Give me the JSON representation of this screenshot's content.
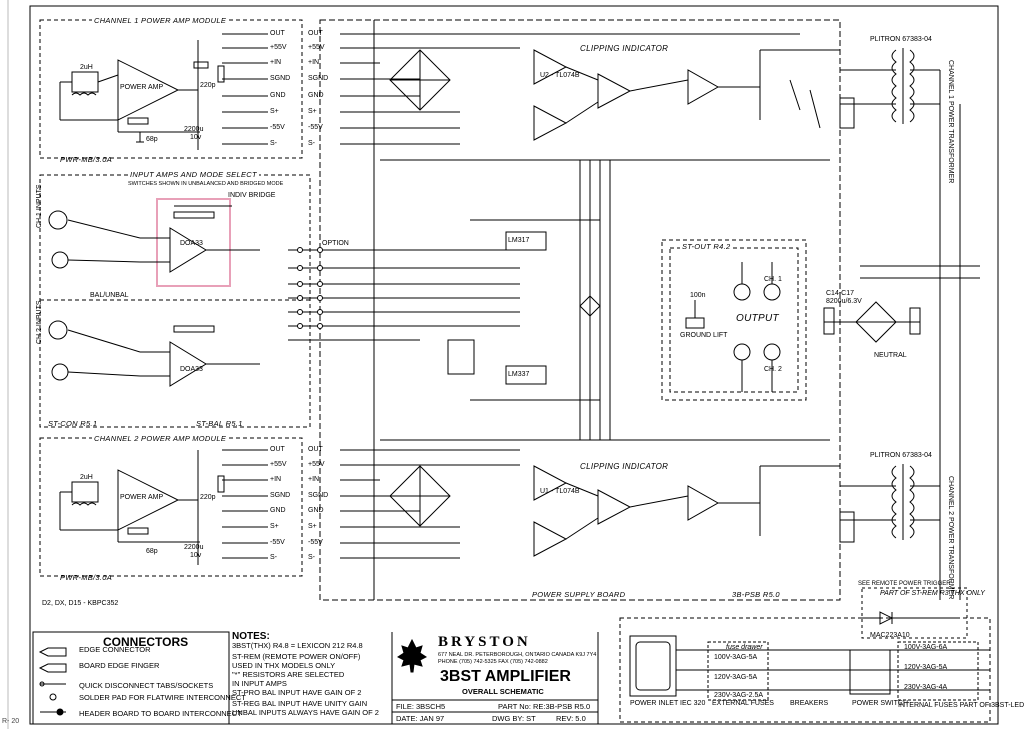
{
  "sections": {
    "ch1_module": "CHANNEL 1 POWER AMP MODULE",
    "ch2_module": "CHANNEL 2 POWER AMP MODULE",
    "input_amps": "INPUT AMPS AND MODE SELECT",
    "input_amps_sub": "SWITCHES SHOWN IN UNBALANCED AND BRIDGED MODE",
    "pwr_mb_1": "PWR-MB/3.0A",
    "pwr_mb_2": "PWR-MB/3.0A",
    "st_con": "ST-CON R5.1",
    "st_bal": "ST-BAL R5.1",
    "clip1": "CLIPPING INDICATOR",
    "clip2": "CLIPPING INDICATOR",
    "psb": "POWER SUPPLY BOARD",
    "psb_rev": "3B-PSB R5.0",
    "st_out": "ST-OUT R4.2",
    "output": "OUTPUT",
    "ch1": "CH. 1",
    "ch2": "CH. 2",
    "ground_lift": "GROUND LIFT",
    "indiv_bridge": "INDIV BRIDGE",
    "bal_unbal": "BAL/UNBAL",
    "ch1_inputs": "CH 1 INPUTS",
    "ch2_inputs": "CH 2 INPUTS",
    "ch1_transformer": "CHANNEL 1 POWER TRANSFORMER",
    "ch2_transformer": "CHANNEL 2 POWER TRANSFORMER",
    "plitron_1": "PLITRON 67383-04",
    "plitron_2": "PLITRON 67383-04",
    "kbpc": "D2, DX, D15 - KBPC352",
    "remote_trigger": "SEE REMOTE POWER TRIGGER",
    "st_rem": "PART OF ST-REM R3 THX ONLY",
    "triac": "MAC223A10",
    "power_inlet": "POWER INLET IEC 320",
    "external_fuses": "EXTERNAL FUSES",
    "breakers": "BREAKERS",
    "power_switch": "POWER SWITCH",
    "internal_fuses": "INTERNAL FUSES PART OF 3BST-LED",
    "fuse_drawer": "fuse drawer",
    "ext_fuses": [
      "100V-3AG-5A",
      "120V-3AG-5A",
      "230V-3AG-2.5A"
    ],
    "int_fuses": [
      "100V-3AG-6A",
      "120V-3AG-5A",
      "230V-3AG-4A"
    ]
  },
  "components": {
    "power_amp": "POWER AMP",
    "inductor": "2uH",
    "c220p": "220p",
    "c2200u": "2200u",
    "v10": "10v",
    "c68p": "68p",
    "opamp": "DOA33",
    "lm317": "LM317",
    "lm337": "LM337",
    "u2_tl074b": "U2 - TL074B",
    "u1_tl074b": "U1 - TL074B",
    "c14_c17": "C14-C17",
    "c14_val": "8200u/6.3V",
    "neutral": "NEUTRAL",
    "c100n": "100n",
    "option": "OPTION"
  },
  "connectors_ch": [
    "OUT",
    "+55V",
    "+IN",
    "SGND",
    "GND",
    "S+",
    "-55V",
    "S-"
  ],
  "legend": {
    "title": "CONNECTORS",
    "items": [
      "EDGE CONNECTOR",
      "BOARD EDGE FINGER",
      "QUICK DISCONNECT TABS/SOCKETS",
      "SOLDER PAD FOR FLATWIRE INTERCONNECT",
      "HEADER BOARD TO BOARD INTERCONNECT"
    ]
  },
  "notes": {
    "title": "NOTES:",
    "lines": [
      "3BST(THX) R4.8 = LEXICON 212 R4.8",
      "ST-REM (REMOTE POWER ON/OFF)",
      "USED IN THX MODELS ONLY",
      "\"*\" RESISTORS ARE SELECTED",
      "IN INPUT AMPS",
      "ST-PRO BAL INPUT HAVE GAIN OF 2",
      "ST-REG BAL INPUT HAVE UNITY GAIN",
      "UNBAL INPUTS ALWAYS HAVE GAIN OF 2",
      ""
    ]
  },
  "title_block": {
    "brand": "BRYSTON",
    "address": "677 NEAL DR. PETERBOROUGH, ONTARIO CANADA K9J 7Y4",
    "phone": "PHONE (705) 742-5325     FAX (705) 742-0882",
    "product": "3BST AMPLIFIER",
    "subtitle": "OVERALL SCHEMATIC",
    "file": "FILE: 3BSCH5",
    "part_no": "PART No: RE:3B-PSB R5.0",
    "date": "DATE: JAN 97",
    "dwg_by": "DWG BY: ST",
    "rev": "REV: 5.0"
  },
  "page_number": "R- 20",
  "colors": {
    "highlight": "#e8a0b8",
    "ink": "#000000"
  }
}
